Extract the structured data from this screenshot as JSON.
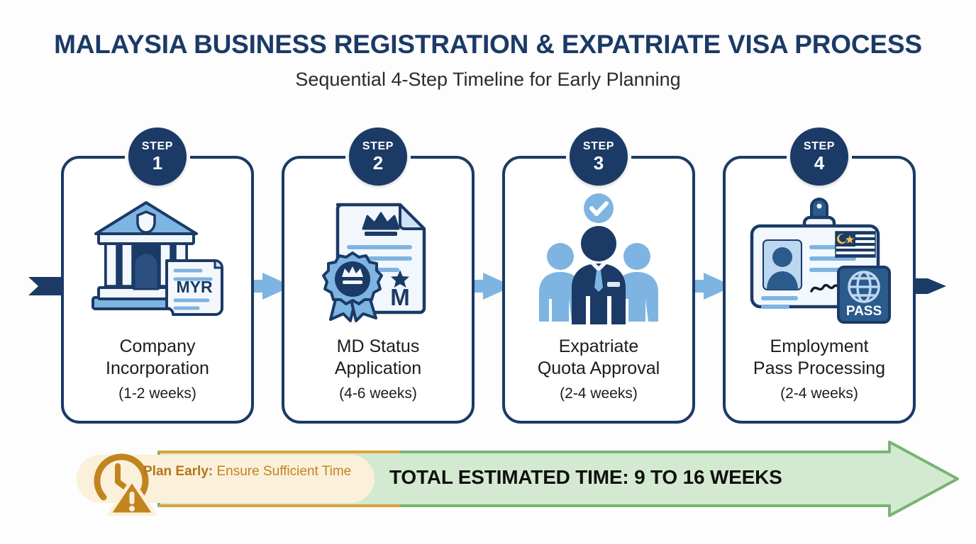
{
  "header": {
    "title": "MALAYSIA BUSINESS REGISTRATION & EXPATRIATE VISA PROCESS",
    "subtitle": "Sequential 4-Step Timeline for Early Planning"
  },
  "colors": {
    "navy": "#1b3a66",
    "light_blue": "#7eb4e2",
    "pale_blue": "#eaf3fb",
    "amber": "#c1841f",
    "green_fill": "#d4ead0",
    "green_stroke": "#79b474",
    "background": "#fdfdfd"
  },
  "steps": [
    {
      "badge_word": "STEP",
      "badge_number": "1",
      "title_line1": "Company",
      "title_line2": "Incorporation",
      "duration": "(1-2 weeks)",
      "icon_name": "government-building-myr-scroll-icon",
      "icon_labels": {
        "document": "MYR"
      }
    },
    {
      "badge_word": "STEP",
      "badge_number": "2",
      "title_line1": "MD Status",
      "title_line2": "Application",
      "duration": "(4-6 weeks)",
      "icon_name": "certificate-award-rosette-icon",
      "icon_labels": {
        "monogram": "M"
      }
    },
    {
      "badge_word": "STEP",
      "badge_number": "3",
      "title_line1": "Expatriate",
      "title_line2": "Quota Approval",
      "duration": "(2-4 weeks)",
      "icon_name": "business-team-approved-icon",
      "icon_labels": {}
    },
    {
      "badge_word": "STEP",
      "badge_number": "4",
      "title_line1": "Employment",
      "title_line2": "Pass Processing",
      "duration": "(2-4 weeks)",
      "icon_name": "id-badge-passport-icon",
      "icon_labels": {
        "passport": "PASS"
      }
    }
  ],
  "banner": {
    "note_strong": "Plan Early:",
    "note_rest": " Ensure Sufficient Time",
    "total_text": "TOTAL ESTIMATED TIME: 9 TO 16 WEEKS",
    "clock_icon": "clock-refresh-warning-icon",
    "arrow_icon": "green-progress-arrow"
  }
}
